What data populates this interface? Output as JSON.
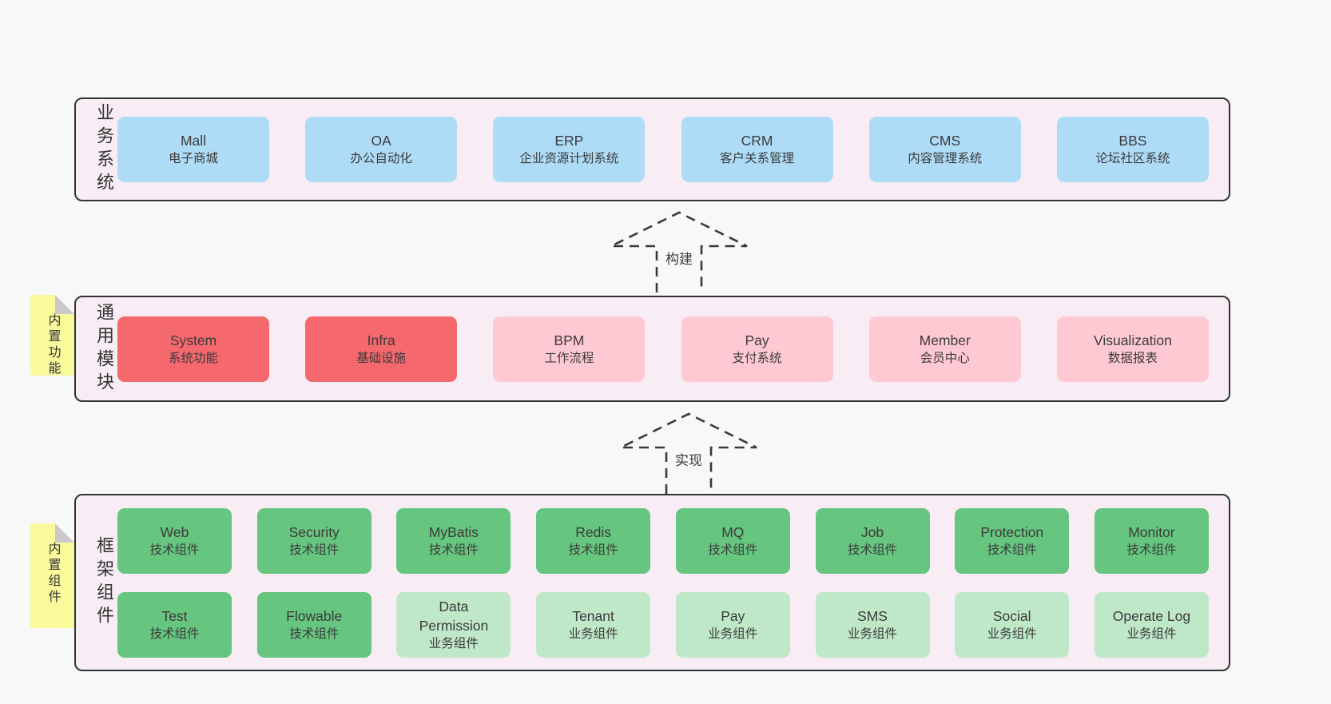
{
  "colors": {
    "page_bg": "#f8f8f8",
    "layer_bg": "#f8edf5",
    "layer_border": "#333333",
    "blue_box": "#aedcf7",
    "red_box": "#f5686d",
    "pink_box": "#ffc9d3",
    "green_box": "#66c57f",
    "light_green_box": "#bfe8c9",
    "tag_yellow": "#fafa9d",
    "tag_fold_gray": "#c9c9c9",
    "text": "#3b3b3b"
  },
  "layers": {
    "business": {
      "label_vertical": "业务系统",
      "boxes": [
        {
          "name": "Mall",
          "desc": "电子商城",
          "type": "blue"
        },
        {
          "name": "OA",
          "desc": "办公自动化",
          "type": "blue"
        },
        {
          "name": "ERP",
          "desc": "企业资源计划系统",
          "type": "blue"
        },
        {
          "name": "CRM",
          "desc": "客户关系管理",
          "type": "blue"
        },
        {
          "name": "CMS",
          "desc": "内容管理系统",
          "type": "blue"
        },
        {
          "name": "BBS",
          "desc": "论坛社区系统",
          "type": "blue"
        }
      ]
    },
    "common": {
      "label_vertical": "通用模块",
      "tag": "内置功能",
      "boxes": [
        {
          "name": "System",
          "desc": "系统功能",
          "type": "red"
        },
        {
          "name": "Infra",
          "desc": "基础设施",
          "type": "red"
        },
        {
          "name": "BPM",
          "desc": "工作流程",
          "type": "pink"
        },
        {
          "name": "Pay",
          "desc": "支付系统",
          "type": "pink"
        },
        {
          "name": "Member",
          "desc": "会员中心",
          "type": "pink"
        },
        {
          "name": "Visualization",
          "desc": "数据报表",
          "type": "pink"
        }
      ]
    },
    "framework": {
      "label_vertical": "框架组件",
      "tag": "内置组件",
      "row1": [
        {
          "name": "Web",
          "desc": "技术组件",
          "type": "green"
        },
        {
          "name": "Security",
          "desc": "技术组件",
          "type": "green"
        },
        {
          "name": "MyBatis",
          "desc": "技术组件",
          "type": "green"
        },
        {
          "name": "Redis",
          "desc": "技术组件",
          "type": "green"
        },
        {
          "name": "MQ",
          "desc": "技术组件",
          "type": "green"
        },
        {
          "name": "Job",
          "desc": "技术组件",
          "type": "green"
        },
        {
          "name": "Protection",
          "desc": "技术组件",
          "type": "green"
        },
        {
          "name": "Monitor",
          "desc": "技术组件",
          "type": "green"
        }
      ],
      "row2": [
        {
          "name": "Test",
          "desc": "技术组件",
          "type": "green"
        },
        {
          "name": "Flowable",
          "desc": "技术组件",
          "type": "green"
        },
        {
          "name": "Data Permission",
          "desc": "业务组件",
          "type": "lightgreen"
        },
        {
          "name": "Tenant",
          "desc": "业务组件",
          "type": "lightgreen"
        },
        {
          "name": "Pay",
          "desc": "业务组件",
          "type": "lightgreen"
        },
        {
          "name": "SMS",
          "desc": "业务组件",
          "type": "lightgreen"
        },
        {
          "name": "Social",
          "desc": "业务组件",
          "type": "lightgreen"
        },
        {
          "name": "Operate Log",
          "desc": "业务组件",
          "type": "lightgreen"
        }
      ]
    }
  },
  "arrows": {
    "build": {
      "label": "构建"
    },
    "implement": {
      "label": "实现"
    }
  }
}
